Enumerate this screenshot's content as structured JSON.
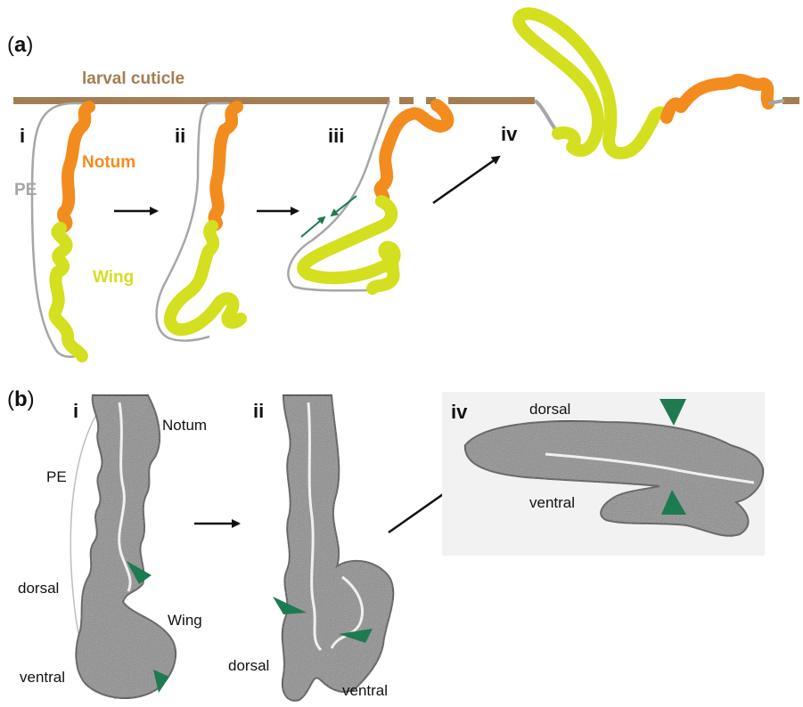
{
  "panel_a": {
    "label_open": "(",
    "label_letter": "a",
    "label_close": ")",
    "cuticle_label": "larval cuticle",
    "stages": [
      "i",
      "ii",
      "iii",
      "iv"
    ],
    "pe_label": "PE",
    "notum_label": "Notum",
    "wing_label": "Wing"
  },
  "panel_b": {
    "label_open": "(",
    "label_letter": "b",
    "label_close": ")",
    "stages": [
      "i",
      "ii",
      "iv"
    ],
    "notum_label": "Notum",
    "pe_label": "PE",
    "dorsal_label": "dorsal",
    "wing_label": "Wing",
    "ventral_label": "ventral",
    "ii_dorsal_label": "dorsal",
    "ii_ventral_label": "ventral",
    "iv_dorsal_label": "dorsal",
    "iv_ventral_label": "ventral"
  },
  "colors": {
    "cuticle": "#a57d52",
    "notum": "#f28c1e",
    "wing": "#d4df1f",
    "pe": "#a6a6a6",
    "arrowhead": "#1e7a50",
    "arrow": "#111111"
  }
}
